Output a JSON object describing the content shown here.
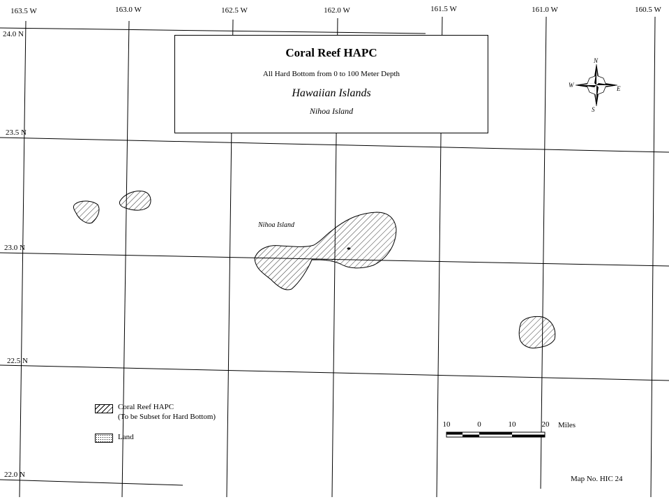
{
  "longitude_labels": [
    "163.5 W",
    "163.0 W",
    "162.5 W",
    "162.0 W",
    "161.5 W",
    "161.0 W",
    "160.5 W"
  ],
  "latitude_labels": [
    "24.0 N",
    "23.5 N",
    "23.0 N",
    "22.5 N",
    "22.0 N"
  ],
  "title_box": {
    "title": "Coral Reef HAPC",
    "subtitle": "All Hard Bottom from 0 to 100 Meter Depth",
    "region": "Hawaiian Islands",
    "island": "Nihoa Island"
  },
  "place_label": "Nihoa Island",
  "compass": {
    "n": "N",
    "s": "S",
    "e": "E",
    "w": "W"
  },
  "legend": {
    "reef_line1": "Coral Reef HAPC",
    "reef_line2": "(To be Subset for Hard Bottom)",
    "land": "Land"
  },
  "scale_bar": {
    "ticks": [
      "10",
      "0",
      "10",
      "20"
    ],
    "unit": "Miles"
  },
  "map_number": "Map No. HIC 24"
}
